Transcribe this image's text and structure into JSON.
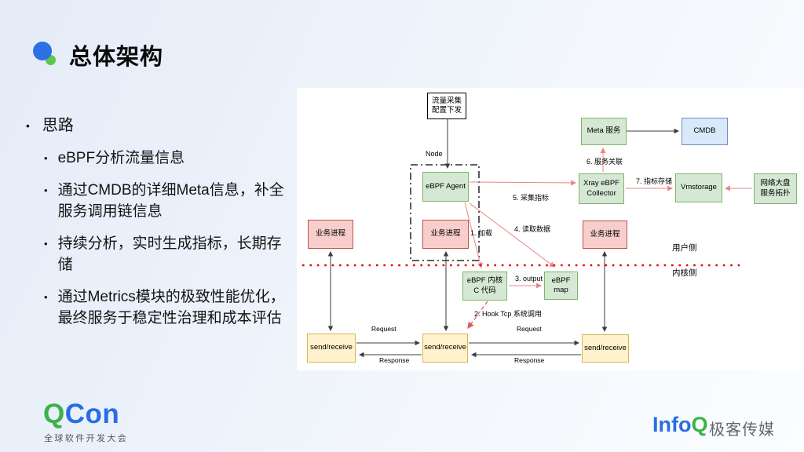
{
  "slide": {
    "title": "总体架构",
    "bullet_heading": "思路",
    "bullets": [
      "eBPF分析流量信息",
      "通过CMDB的详细Meta信息，补全服务调用链信息",
      "持续分析，实时生成指标，长期存储",
      "通过Metrics模块的极致性能优化，最终服务于稳定性治理和成本评估"
    ]
  },
  "diagram": {
    "nodes": {
      "config": "流量采集\n配置下发",
      "node_container": "Node",
      "ebpf_agent": "eBPF Agent",
      "biz_process": "业务进程",
      "meta_service": "Meta 服务",
      "cmdb": "CMDB",
      "xray_collector": "Xray eBPF\nCollector",
      "vmstorage": "Vmstorage",
      "network_dashboard": "网络大盘\n服务拓扑",
      "ebpf_kernel_code": "eBPF 内核\nC 代码",
      "ebpf_map": "eBPF map",
      "send_receive": "send/receive"
    },
    "labels": {
      "step1": "1. 加载",
      "step2": "2. Hook Tcp 系统调用",
      "step3": "3. output",
      "step4": "4. 读取数据",
      "step5": "5. 采集指标",
      "step6": "6. 服务关联",
      "step7": "7. 指标存储",
      "request": "Request",
      "response": "Response",
      "user_side": "用户侧",
      "kernel_side": "内核侧"
    },
    "colors": {
      "green_fill": "#d5e8d4",
      "green_border": "#82b366",
      "red_fill": "#f8cecc",
      "red_border": "#b85450",
      "yellow_fill": "#fff2cc",
      "yellow_border": "#d6b656",
      "blue_fill": "#dae8fc",
      "blue_border": "#6c8ebf",
      "arrow_pink": "#ea8585",
      "arrow_black": "#3d3d3d",
      "divider_red": "#e60000"
    }
  },
  "footer": {
    "qcon_q": "Q",
    "qcon_rest": "Con",
    "qcon_subtitle": "全球软件开发大会",
    "infoq_info": "Info",
    "infoq_q": "Q",
    "media_name": "极客传媒"
  }
}
